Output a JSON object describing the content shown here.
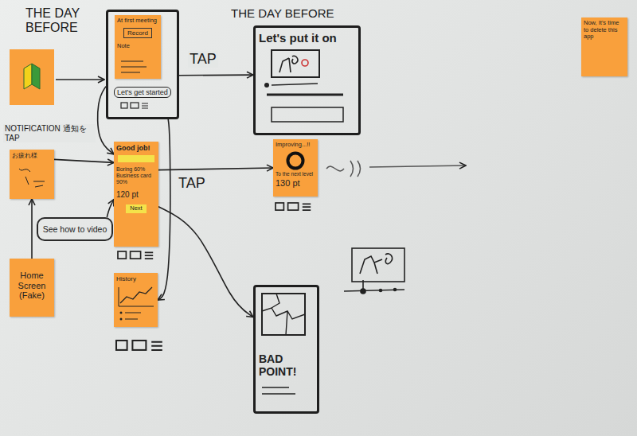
{
  "diagram": {
    "nodes": [
      {
        "text": [
          "Let's get started"
        ]
      },
      {
        "text": [
          "At first meeting",
          "Record",
          "Note"
        ],
        "in": 0
      },
      {
        "text": [
          "Let's put it on"
        ]
      },
      {
        "text": [
          "お疲れ様"
        ]
      },
      {
        "text": [
          "Good job!",
          "Boring 60% Business card 90%",
          "120 pt",
          "Next"
        ]
      },
      {
        "text": [
          "Improving...!!",
          "To the next level",
          "130 pt"
        ]
      },
      {
        "text": [
          "See how to video"
        ]
      },
      {
        "text": [
          "History"
        ]
      },
      {
        "text": [
          "Home Screen (Fake)"
        ]
      },
      {
        "text": [
          "BAD POINT!"
        ]
      },
      {
        "text": [
          "Now, It's time to delete this app"
        ]
      }
    ],
    "edges": [
      {
        "from": 0,
        "to": 2,
        "label": "TAP",
        "arrow": "to"
      },
      {
        "from": 8,
        "to": 3,
        "arrow": "to"
      },
      {
        "from": 3,
        "to": 4,
        "label": "NOTIFICATION 通知を TAP",
        "arrow": "to"
      },
      {
        "from": 6,
        "to": 4,
        "arrow": "to"
      },
      {
        "from": 0,
        "to": 4,
        "arrow": "to"
      },
      {
        "from": 4,
        "to": 5,
        "arrow": "to"
      },
      {
        "from": 0,
        "to": 7,
        "label": "TAP",
        "arrow": "to"
      },
      {
        "from": 4,
        "to": 9,
        "arrow": "to"
      }
    ],
    "labels": [
      "THE DAY BEFORE",
      "THE DAY BEFORE"
    ]
  }
}
